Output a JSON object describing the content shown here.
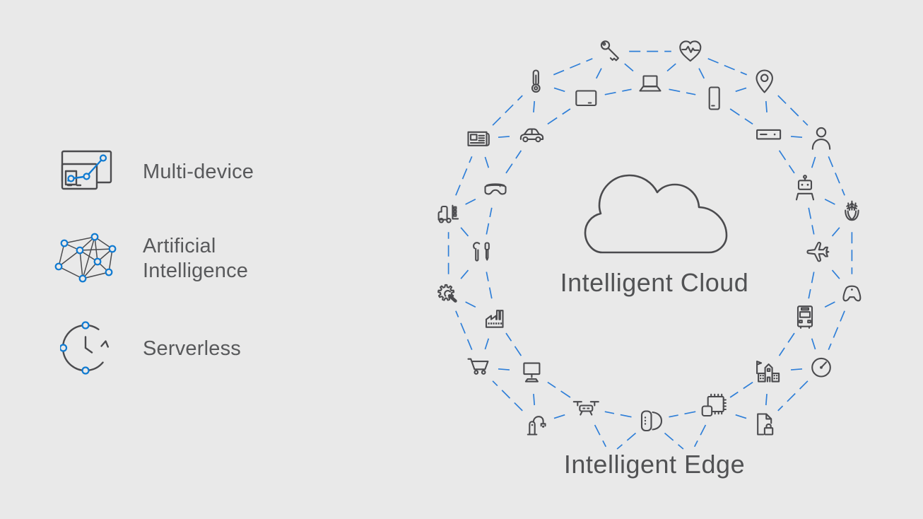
{
  "colors": {
    "background": "#e9e9e9",
    "icon_gray": "#4b4b4e",
    "text_gray": "#58595b",
    "heading_gray": "#515254",
    "line_blue": "#2f7fd8",
    "accent_blue": "#0f7ad1"
  },
  "legend": {
    "items": [
      {
        "label": "Multi-device",
        "icon": "multi-device"
      },
      {
        "label": "Artificial Intelligence",
        "icon": "artificial-intelligence"
      },
      {
        "label": "Serverless",
        "icon": "serverless"
      }
    ]
  },
  "diagram": {
    "center_label": "Intelligent Cloud",
    "edge_label": "Intelligent Edge",
    "center_icon": "cloud",
    "inner_ring": [
      {
        "icon": "laptop",
        "angle": 0
      },
      {
        "icon": "phone",
        "angle": 22.5
      },
      {
        "icon": "set-top-box",
        "angle": 45
      },
      {
        "icon": "robot",
        "angle": 67.5
      },
      {
        "icon": "airplane",
        "angle": 90
      },
      {
        "icon": "bus",
        "angle": 112.5
      },
      {
        "icon": "school",
        "angle": 135
      },
      {
        "icon": "chip",
        "angle": 157.5
      },
      {
        "icon": "fitness-band",
        "angle": 180
      },
      {
        "icon": "drone",
        "angle": 202.5
      },
      {
        "icon": "desktop-monitor",
        "angle": 225
      },
      {
        "icon": "factory",
        "angle": 247.5
      },
      {
        "icon": "tools",
        "angle": 270
      },
      {
        "icon": "vr-headset",
        "angle": 292.5
      },
      {
        "icon": "car",
        "angle": 315
      },
      {
        "icon": "tablet",
        "angle": 337.5
      }
    ],
    "outer_ring": [
      {
        "icon": "heart-pulse",
        "angle": 11.25
      },
      {
        "icon": "location-pin",
        "angle": 33.75
      },
      {
        "icon": "person",
        "angle": 56.25
      },
      {
        "icon": "corn",
        "angle": 78.75
      },
      {
        "icon": "game-controller",
        "angle": 101.25
      },
      {
        "icon": "gauge",
        "angle": 123.75
      },
      {
        "icon": "secure-document",
        "angle": 146.25
      },
      {
        "icon": "robot-arm",
        "angle": 213.75
      },
      {
        "icon": "shopping-cart",
        "angle": 236.25
      },
      {
        "icon": "gear-wrench",
        "angle": 258.75
      },
      {
        "icon": "forklift",
        "angle": 281.25
      },
      {
        "icon": "newspaper",
        "angle": 303.75
      },
      {
        "icon": "thermometer",
        "angle": 326.25
      },
      {
        "icon": "key",
        "angle": 348.75
      }
    ],
    "empty_outer_angles": [
      168.75,
      191.25
    ]
  }
}
